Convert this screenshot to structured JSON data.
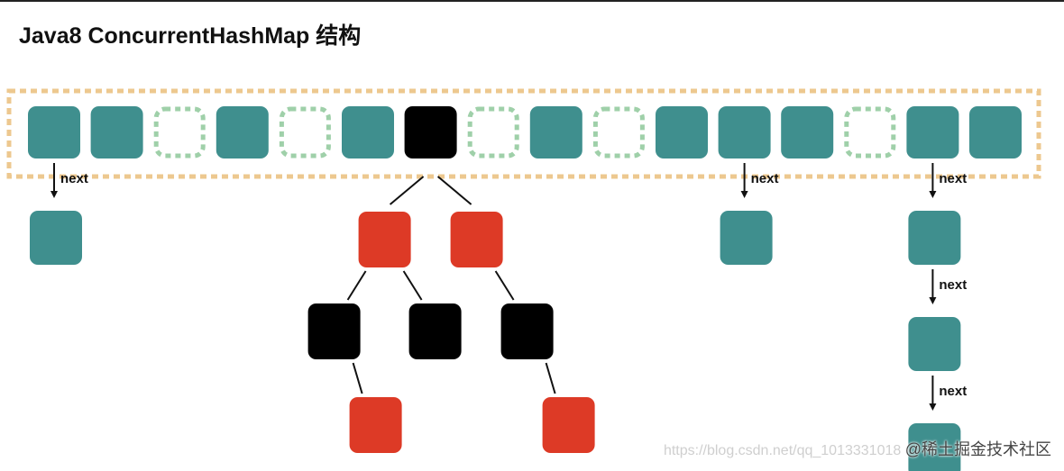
{
  "title": "Java8 ConcurrentHashMap 结构",
  "link_label": "next",
  "watermark": {
    "url": "https://blog.csdn.net/qq_1013331018",
    "brand": "@稀土掘金技术社区"
  },
  "colors": {
    "teal": "#3f8f8e",
    "red": "#dd3a26",
    "black": "#000000",
    "array_border": "#edc88f",
    "empty_slot_border": "#9fd0a9",
    "line": "#111111"
  },
  "array": {
    "slots": [
      "filled",
      "filled",
      "empty",
      "filled",
      "empty",
      "filled",
      "tree-root",
      "empty",
      "filled",
      "empty",
      "filled",
      "filled",
      "filled",
      "empty",
      "filled",
      "filled"
    ]
  },
  "chains": [
    {
      "from_slot": 0,
      "length": 1
    },
    {
      "from_slot": 11,
      "length": 1
    },
    {
      "from_slot": 14,
      "length": 3
    }
  ],
  "tree": {
    "root": {
      "color": "black",
      "children": [
        {
          "color": "red",
          "children": [
            {
              "color": "black",
              "children": [
                {
                  "color": "red",
                  "children": []
                }
              ]
            },
            {
              "color": "black",
              "children": []
            }
          ]
        },
        {
          "color": "red",
          "children": [
            {
              "color": "black",
              "children": [
                {
                  "color": "red",
                  "children": []
                }
              ]
            }
          ]
        }
      ]
    }
  }
}
